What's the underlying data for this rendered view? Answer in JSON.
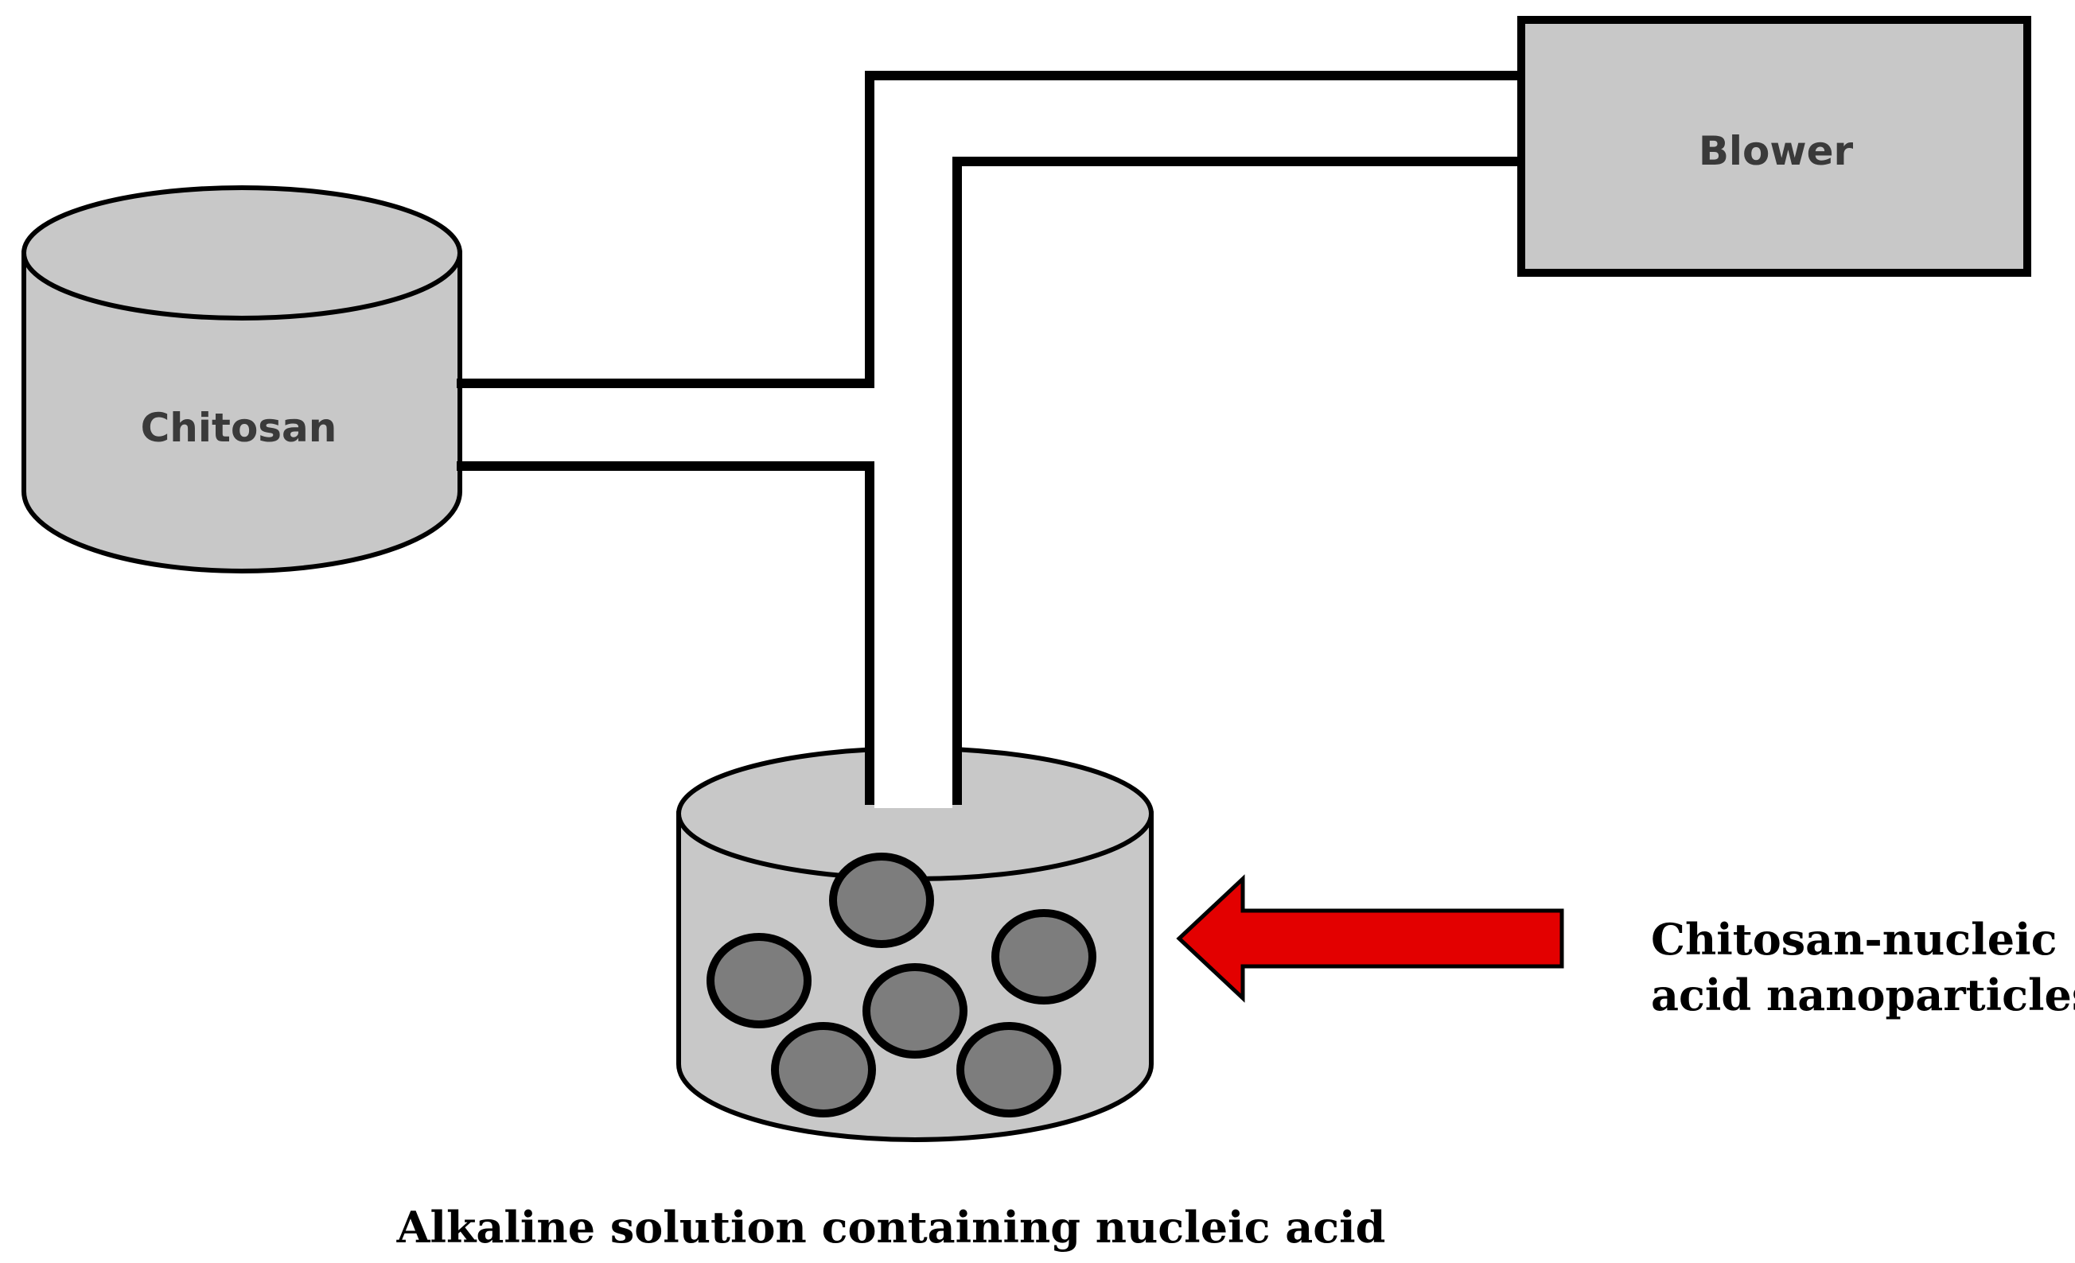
{
  "labels": {
    "chitosan": "Chitosan",
    "blower": "Blower",
    "nanoparticles_line1": "Chitosan-nucleic",
    "nanoparticles_line2": "acid nanoparticles",
    "caption": "Alkaline solution containing nucleic acid"
  },
  "colors": {
    "vessel_fill": "#c8c8c8",
    "particle_fill": "#7d7d7d",
    "outline": "#000000",
    "arrow": "#e30000"
  }
}
